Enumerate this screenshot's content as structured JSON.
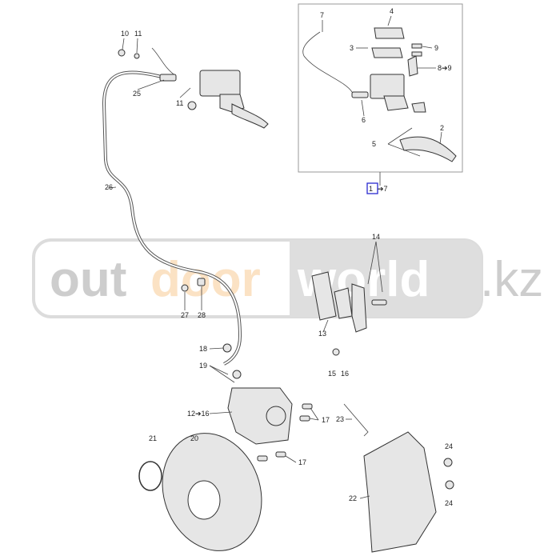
{
  "watermark": {
    "part1": "out",
    "part2": "door",
    "part3": "world",
    "part4": ".kz"
  },
  "colors": {
    "watermark_gray": "#c8c8c8",
    "watermark_orange": "#fce3c4",
    "watermark_band": "#e0e0e0",
    "highlight_box": "#2a2ad0"
  },
  "callouts": {
    "c10": "10",
    "c11a": "11",
    "c25": "25",
    "c11b": "11",
    "c7": "7",
    "c4": "4",
    "c3": "3",
    "c9": "9",
    "c8_9": "8➔9",
    "c6": "6",
    "c5": "5",
    "c2": "2",
    "c1_first": "1",
    "c1_7": "➔7",
    "c26": "26",
    "c27": "27",
    "c28": "28",
    "c14": "14",
    "c13": "13",
    "c18": "18",
    "c19": "19",
    "c15": "15",
    "c16": "16",
    "c12_16": "12➔16",
    "c17a": "17",
    "c17b": "17",
    "c21": "21",
    "c20": "20",
    "c23": "23",
    "c24a": "24",
    "c24b": "24",
    "c22": "22"
  }
}
